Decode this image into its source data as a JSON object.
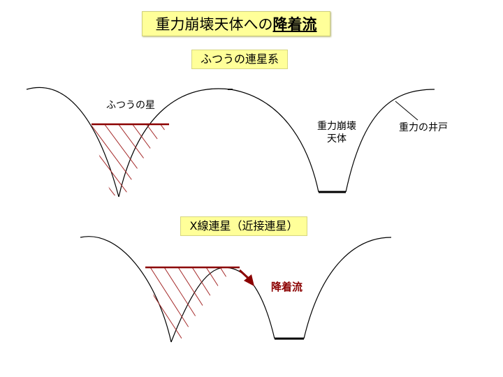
{
  "title": {
    "prefix": "重力崩壊天体への",
    "emphasis": "降着流"
  },
  "panel_top": {
    "heading": "ふつうの連星系",
    "star_label": "ふつうの星",
    "compact_label_line1": "重力崩壊",
    "compact_label_line2": "天体",
    "well_label": "重力の井戸"
  },
  "panel_bottom": {
    "heading": "X線連星（近接連星）",
    "flow_label": "降着流"
  },
  "colors": {
    "label_background": "#ffff99",
    "accent_red": "#8b0000",
    "line": "#000000"
  }
}
